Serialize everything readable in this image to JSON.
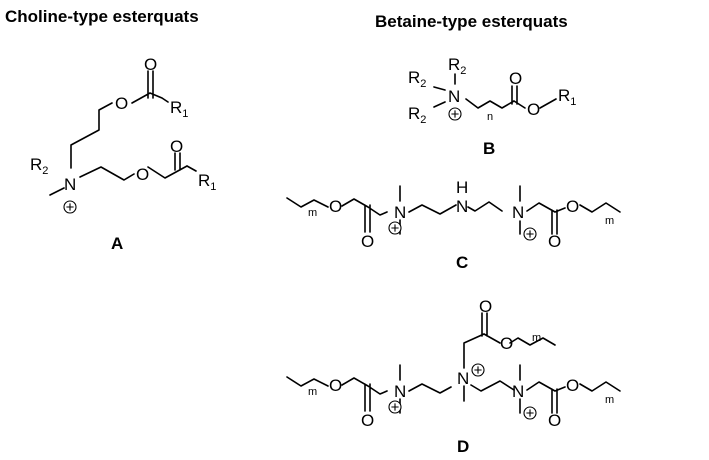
{
  "headings": {
    "choline": "Choline-type esterquats",
    "betaine": "Betaine-type esterquats"
  },
  "labels": {
    "A": "A",
    "B": "B",
    "C": "C",
    "D": "D"
  },
  "atoms": {
    "O": "O",
    "N": "N",
    "H": "H",
    "R": "R",
    "sub_1": "1",
    "sub_2": "2",
    "n": "n",
    "m": "m"
  }
}
